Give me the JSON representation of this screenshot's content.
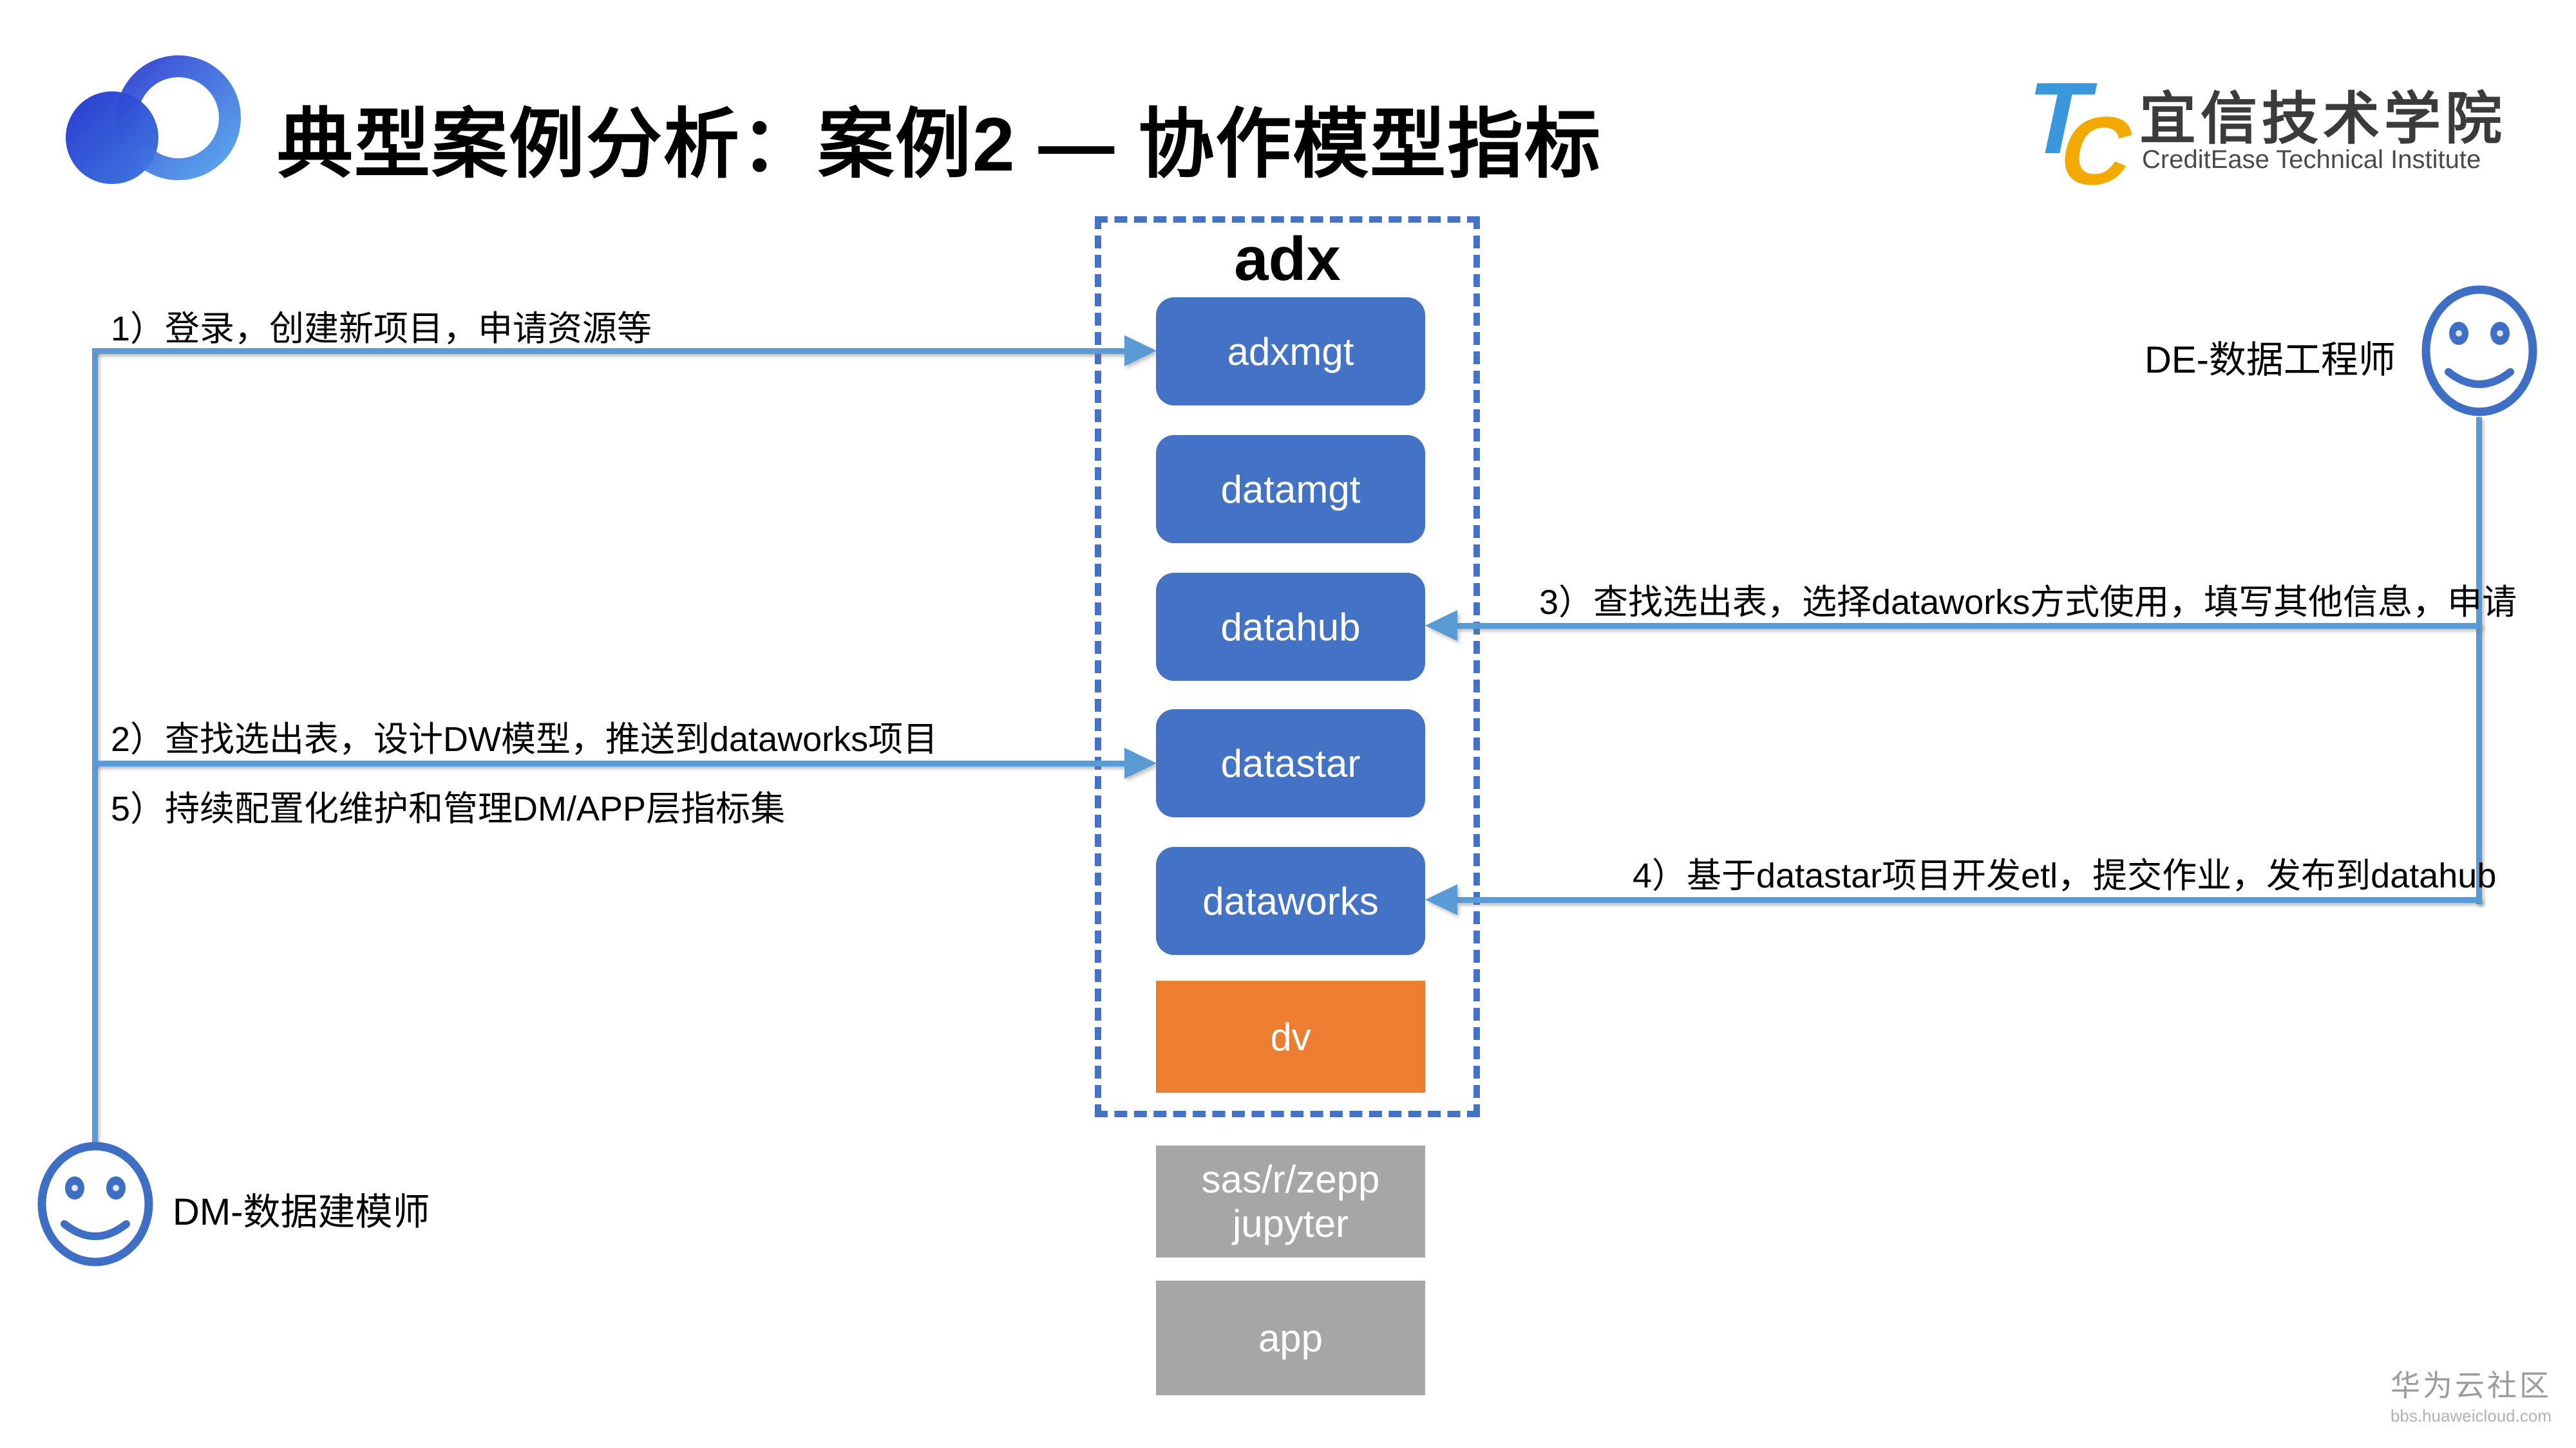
{
  "title": "典型案例分析：案例2 — 协作模型指标",
  "brand": {
    "logo_monogram": [
      "T",
      "C"
    ],
    "name_cn": "宜信技术学院",
    "name_en": "CreditEase Technical Institute"
  },
  "diagram": {
    "container_label": "adx",
    "nodes": [
      {
        "id": "adxmgt",
        "label": "adxmgt",
        "color": "#4472C4"
      },
      {
        "id": "datamgt",
        "label": "datamgt",
        "color": "#4472C4"
      },
      {
        "id": "datahub",
        "label": "datahub",
        "color": "#4472C4"
      },
      {
        "id": "datastar",
        "label": "datastar",
        "color": "#4472C4"
      },
      {
        "id": "dataworks",
        "label": "dataworks",
        "color": "#4472C4"
      },
      {
        "id": "dv",
        "label": "dv",
        "color": "#ED7D31"
      }
    ],
    "external_nodes": [
      {
        "id": "sas",
        "label_line1": "sas/r/zepp",
        "label_line2": "jupyter",
        "color": "#A6A6A6"
      },
      {
        "id": "app",
        "label": "app",
        "color": "#A6A6A6"
      }
    ]
  },
  "actors": [
    {
      "id": "de",
      "label": "DE-数据工程师"
    },
    {
      "id": "dm",
      "label": "DM-数据建模师"
    }
  ],
  "annotations": [
    {
      "text": "1）登录，创建新项目，申请资源等"
    },
    {
      "text": "2）查找选出表，设计DW模型，推送到dataworks项目"
    },
    {
      "text": "3）查找选出表，选择dataworks方式使用，填写其他信息，申请"
    },
    {
      "text": "4）基于datastar项目开发etl，提交作业，发布到datahub"
    },
    {
      "text": "5）持续配置化维护和管理DM/APP层指标集"
    }
  ],
  "watermark": {
    "line1": "华为云社区",
    "line2": "bbs.huaweicloud.com"
  },
  "colors": {
    "node_blue": "#4472C4",
    "node_orange": "#ED7D31",
    "node_gray": "#A6A6A6",
    "arrow": "#5B9BD5",
    "dashed_border": "#4472C4",
    "logo_blue": "#3A97DC",
    "logo_yellow": "#F2A900",
    "watermark_gray": "#9c9c9c"
  }
}
